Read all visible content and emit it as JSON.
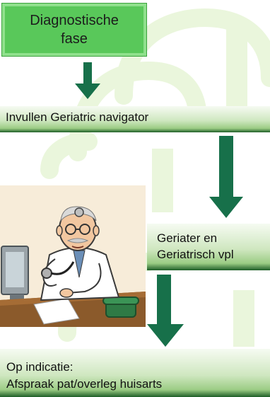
{
  "steps": {
    "diagnostische_fase": {
      "line1": "Diagnostische",
      "line2": "fase"
    },
    "invullen": "Invullen Geriatric navigator",
    "geriater": {
      "line1": "Geriater en",
      "line2": "Geriatrisch vpl"
    },
    "indicatie": {
      "line1": "Op indicatie:",
      "line2": "Afspraak pat/overleg huisarts"
    }
  },
  "colors": {
    "arrow": "#17704a",
    "box_fill": "#59c85a",
    "bar_dark": "#1e5e28",
    "watermark": "#e9f5d9"
  },
  "icons": {
    "illustration": "doctor-with-stethoscope-at-desk"
  }
}
